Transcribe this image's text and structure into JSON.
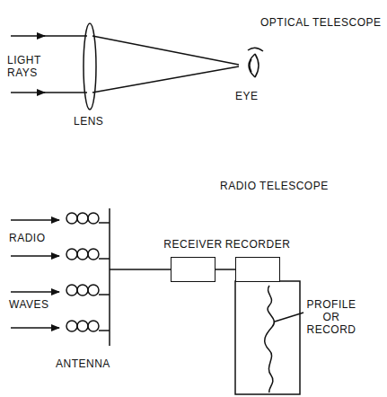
{
  "diagram": {
    "nodes": [
      {
        "text": [
          "RECEIVER"
        ]
      },
      {
        "text": [
          "RECORDER"
        ]
      }
    ],
    "edges": [
      {
        "from": 0,
        "to": 1,
        "arrow": "none"
      }
    ],
    "labels": [
      "OPTICAL TELESCOPE",
      "LIGHT RAYS",
      "LENS",
      "EYE",
      "RADIO TELESCOPE",
      "RADIO",
      "WAVES",
      "ANTENNA",
      "PROFILE OR RECORD"
    ]
  }
}
